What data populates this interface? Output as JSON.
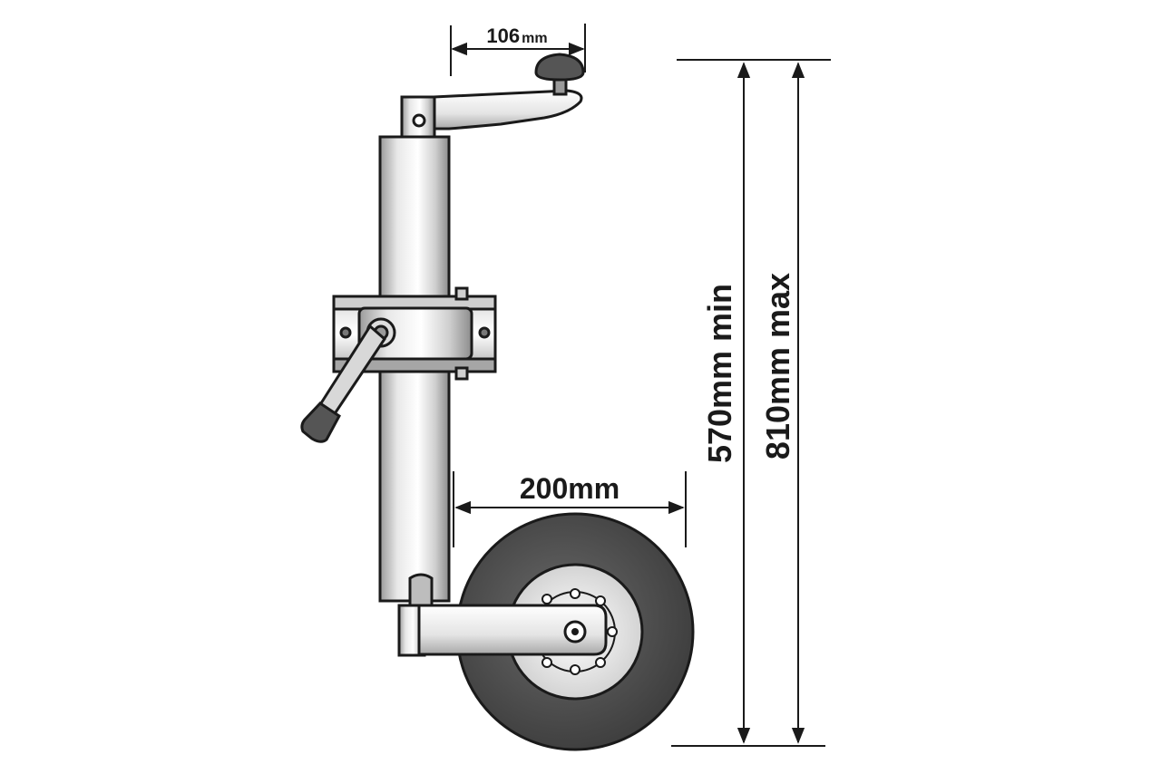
{
  "dimensions": {
    "handle_width": {
      "value": "106",
      "unit": "mm"
    },
    "wheel_diameter": "200mm",
    "min_height": "570mm min",
    "max_height": "810mm max"
  },
  "colors": {
    "outline": "#1a1a1a",
    "steel_light": "#f2f2f2",
    "steel_mid": "#c9c9c9",
    "steel_dark": "#8f8f8f",
    "tyre": "#4a4a4a",
    "grip": "#555555"
  }
}
